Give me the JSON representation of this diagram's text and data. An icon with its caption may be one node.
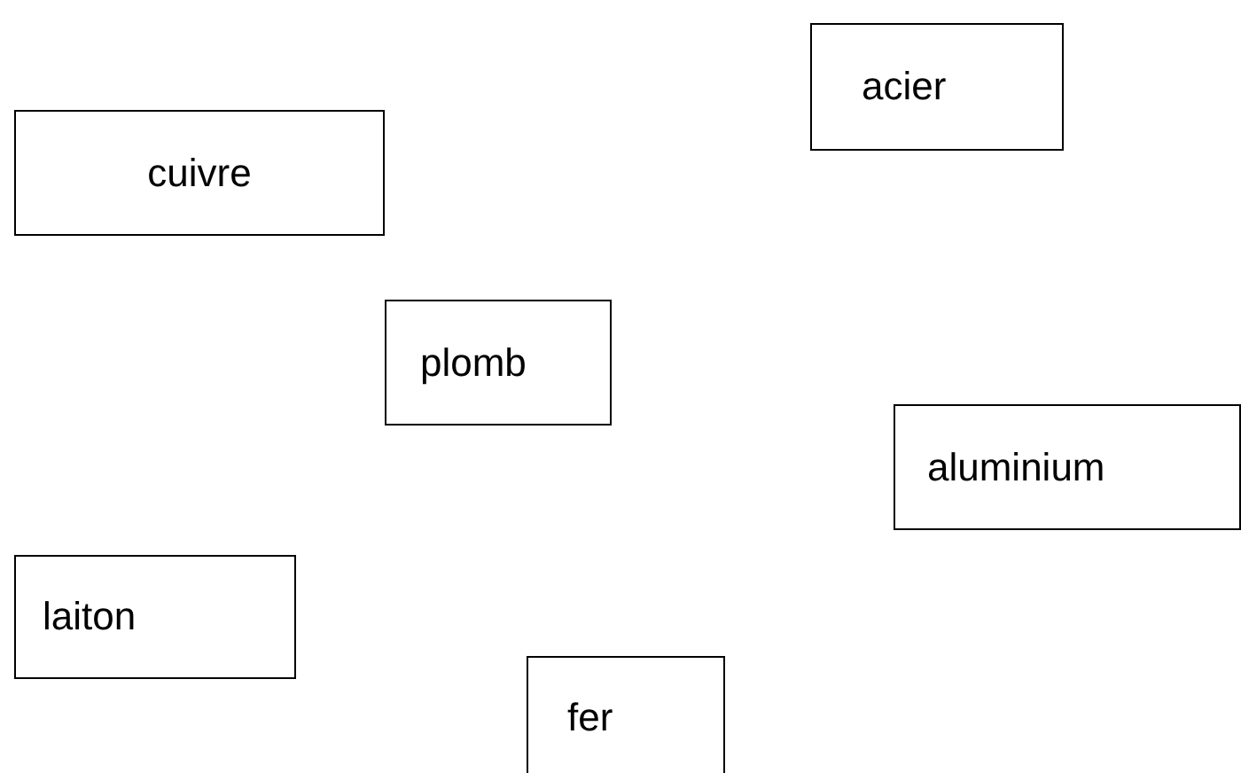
{
  "diagram": {
    "nodes": [
      {
        "text": [
          "acier"
        ]
      },
      {
        "text": [
          "cuivre"
        ]
      },
      {
        "text": [
          "plomb"
        ]
      },
      {
        "text": [
          "aluminium"
        ]
      },
      {
        "text": [
          "laiton"
        ]
      },
      {
        "text": [
          "fer"
        ]
      }
    ]
  }
}
